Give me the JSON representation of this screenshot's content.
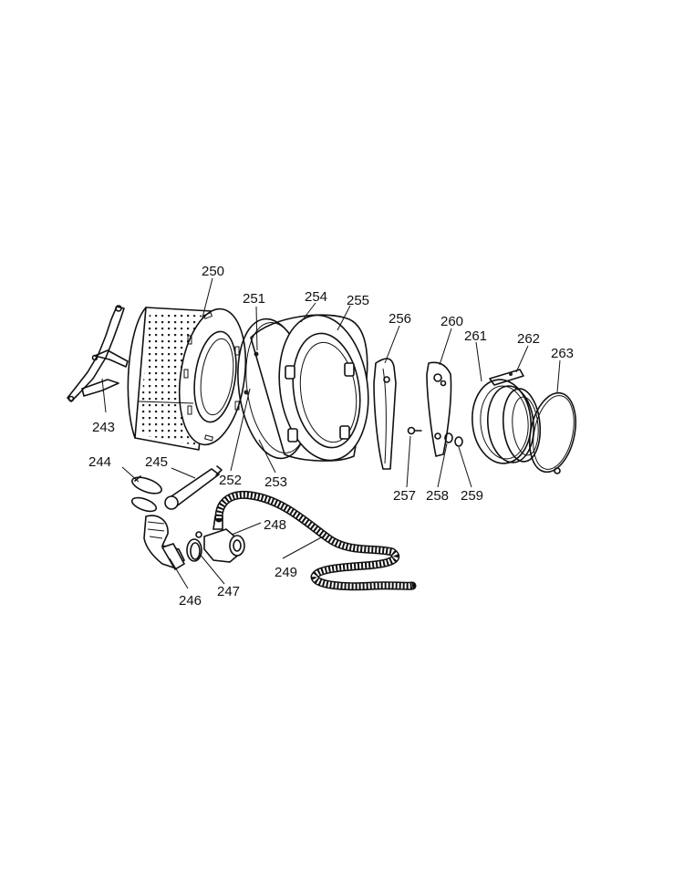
{
  "callouts": [
    {
      "id": "243",
      "label": "243"
    },
    {
      "id": "244",
      "label": "244"
    },
    {
      "id": "245",
      "label": "245"
    },
    {
      "id": "246",
      "label": "246"
    },
    {
      "id": "247",
      "label": "247"
    },
    {
      "id": "248",
      "label": "248"
    },
    {
      "id": "249",
      "label": "249"
    },
    {
      "id": "250",
      "label": "250"
    },
    {
      "id": "251",
      "label": "251"
    },
    {
      "id": "252",
      "label": "252"
    },
    {
      "id": "253",
      "label": "253"
    },
    {
      "id": "254",
      "label": "254"
    },
    {
      "id": "255",
      "label": "255"
    },
    {
      "id": "256",
      "label": "256"
    },
    {
      "id": "257",
      "label": "257"
    },
    {
      "id": "258",
      "label": "258"
    },
    {
      "id": "259",
      "label": "259"
    },
    {
      "id": "260",
      "label": "260"
    },
    {
      "id": "261",
      "label": "261"
    },
    {
      "id": "262",
      "label": "262"
    },
    {
      "id": "263",
      "label": "263"
    }
  ]
}
